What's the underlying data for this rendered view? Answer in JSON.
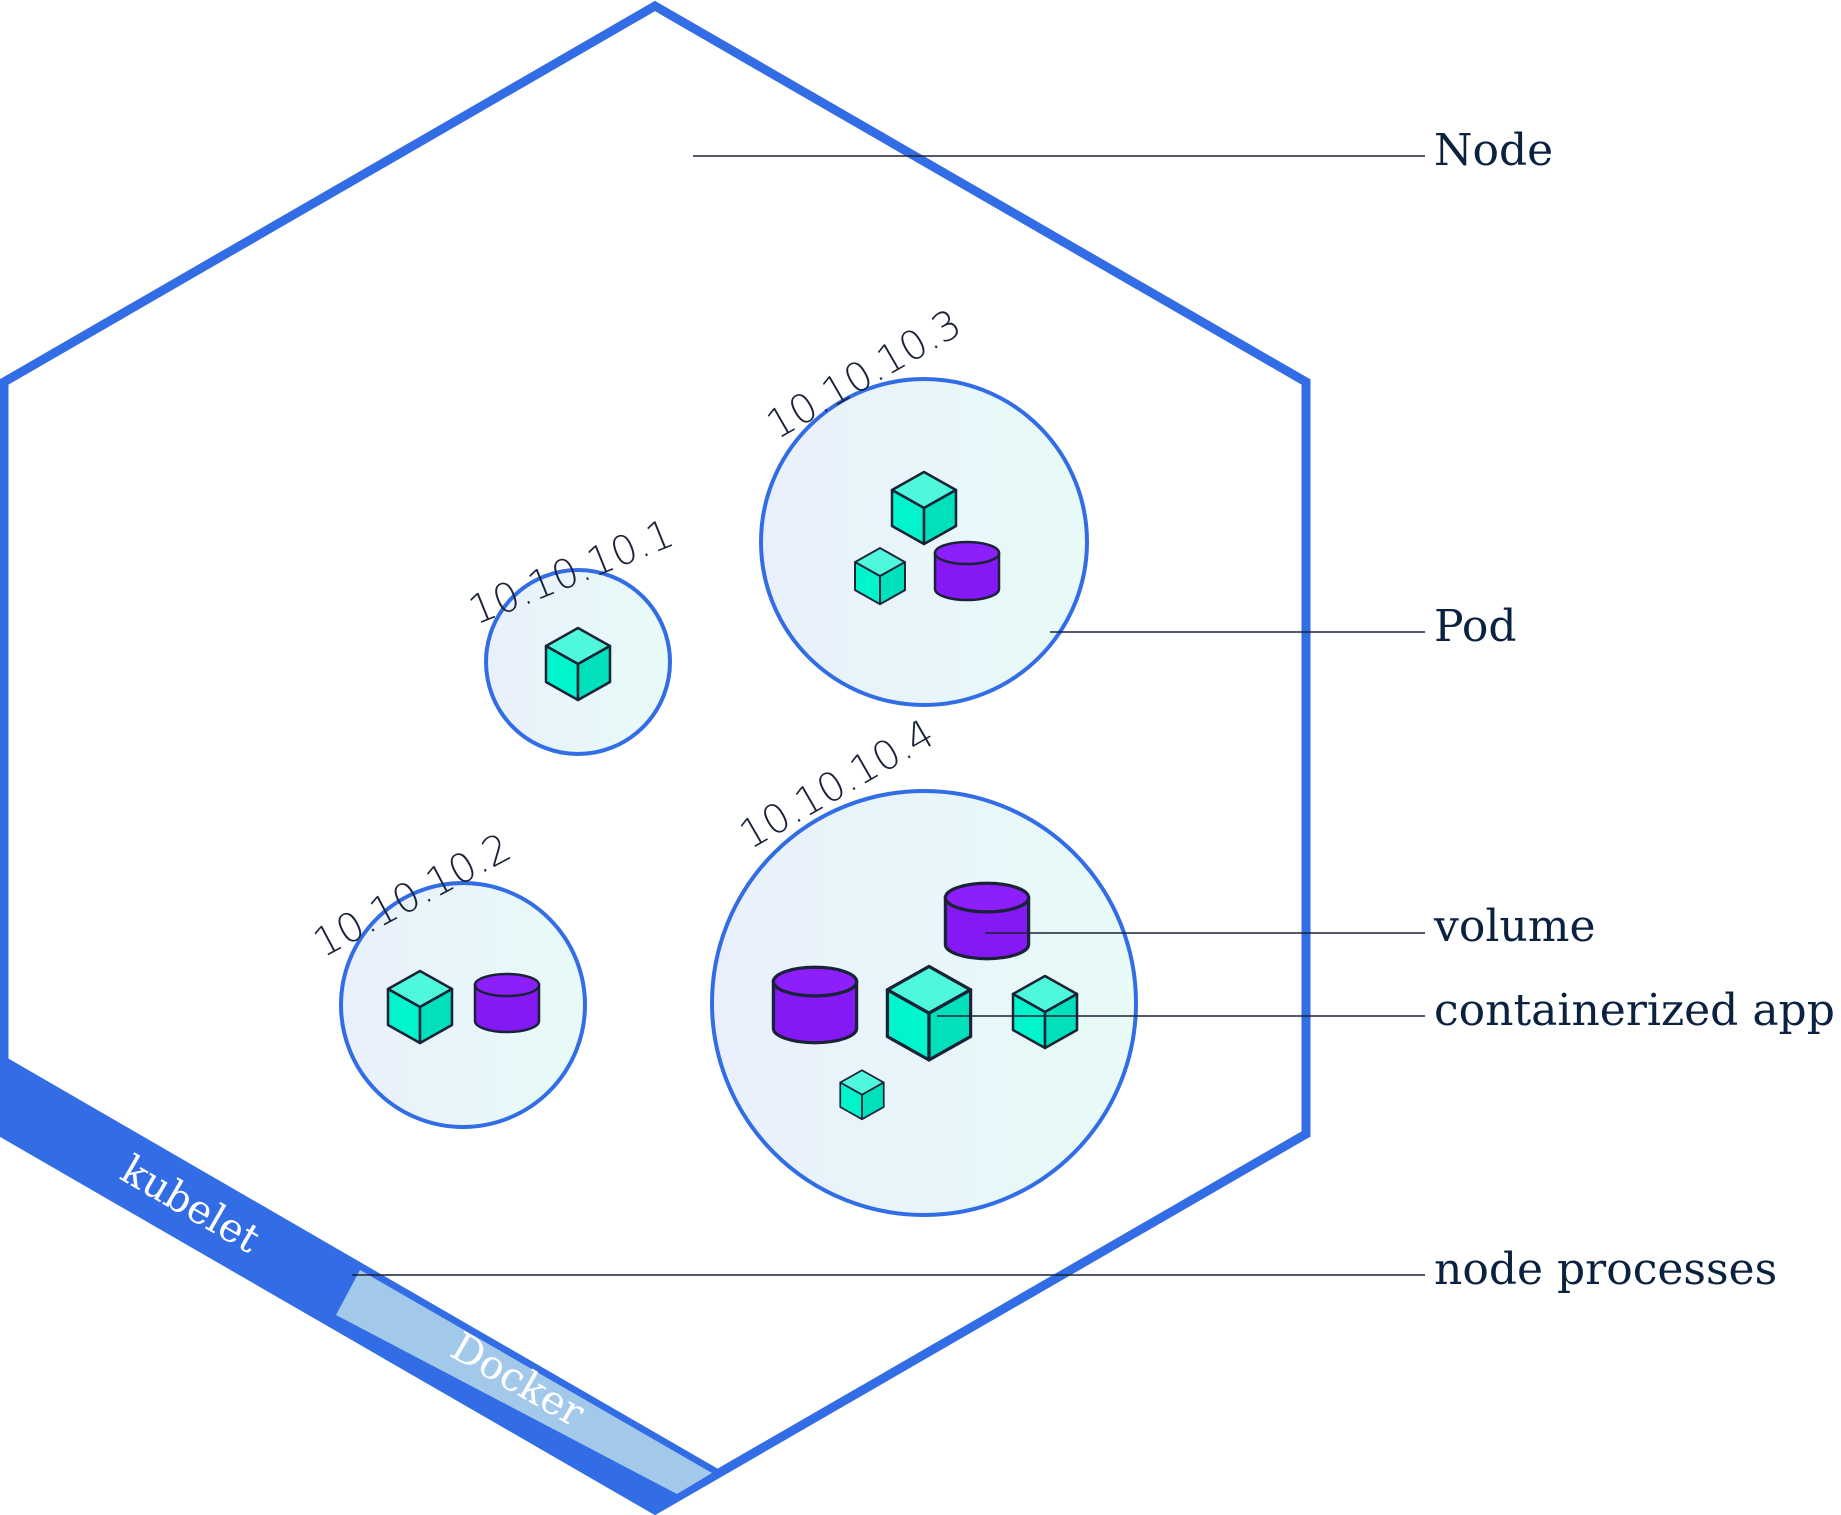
{
  "callouts": {
    "node": "Node",
    "pod": "Pod",
    "volume": "volume",
    "containerized_app": "containerized app",
    "node_processes": "node processes"
  },
  "node_processes": {
    "kubelet": "kubelet",
    "docker": "Docker"
  },
  "pods": [
    {
      "ip": "10.10.10.1",
      "containers": 1,
      "volumes": 0
    },
    {
      "ip": "10.10.10.2",
      "containers": 1,
      "volumes": 1
    },
    {
      "ip": "10.10.10.3",
      "containers": 2,
      "volumes": 1
    },
    {
      "ip": "10.10.10.4",
      "containers": 3,
      "volumes": 2
    }
  ],
  "colors": {
    "node_outline": "#326de6",
    "kubelet_band": "#326de6",
    "docker_band": "#a3c9ea",
    "pod_fill_left": "#e9f0fb",
    "pod_fill_right": "#e8fbf8",
    "container": "#00f5cc",
    "volume": "#8c1ffb",
    "text": "#0b2140"
  },
  "icons": {
    "container": "cube-icon",
    "volume": "cylinder-icon"
  }
}
